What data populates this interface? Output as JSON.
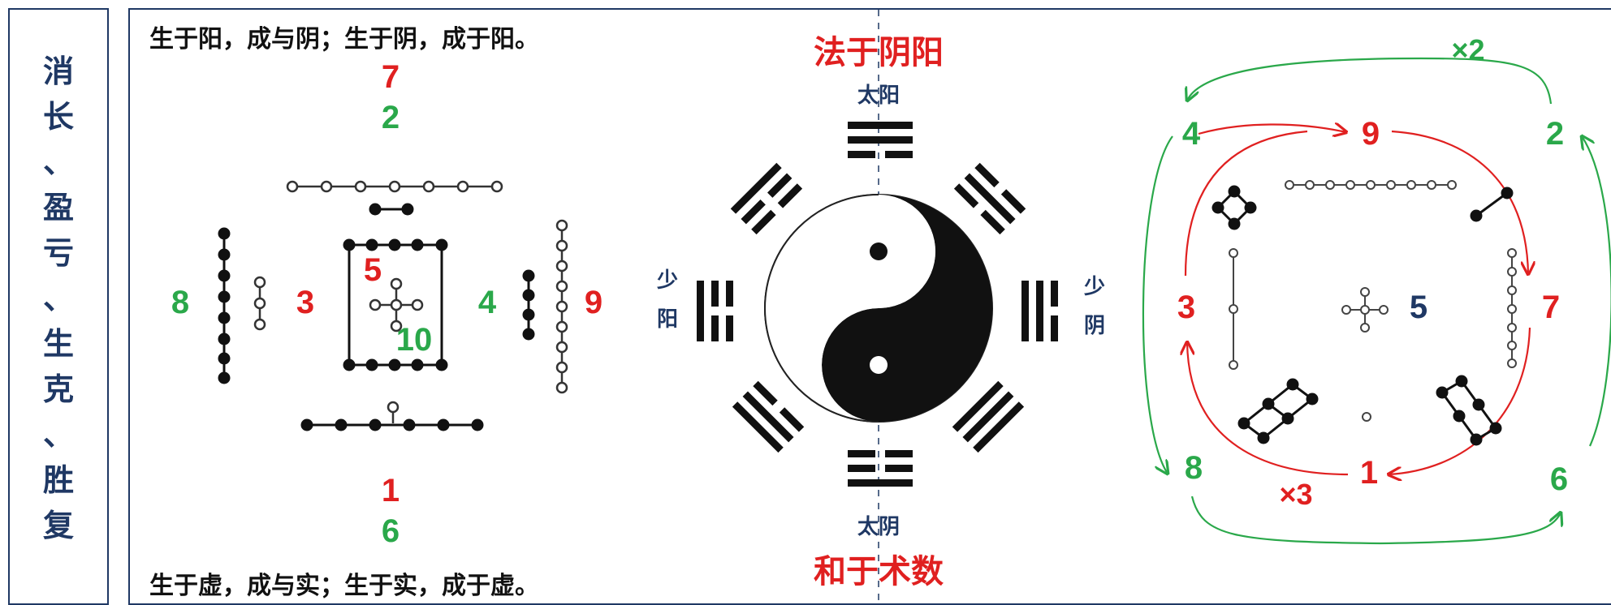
{
  "side_title": [
    "消",
    "长",
    "、",
    "盈",
    "亏",
    "、",
    "生",
    "克",
    "、",
    "胜",
    "复"
  ],
  "hetu": {
    "top_caption": "生于阳，成与阴；生于阴，成于阳。",
    "bottom_caption": "生于虚，成与实；生于实，成于虚。",
    "numbers": {
      "top_red": "7",
      "top_green": "2",
      "left_green": "8",
      "left_red": "3",
      "center_red": "5",
      "center_green": "10",
      "right_green": "4",
      "right_red": "9",
      "bottom_red": "1",
      "bottom_green": "6"
    }
  },
  "bagua": {
    "title_top": "法于阴阳",
    "title_bottom": "和于术数",
    "label_top": "太阳",
    "label_bottom": "太阴",
    "label_left": [
      "少",
      "阳"
    ],
    "label_right": [
      "少",
      "阴"
    ]
  },
  "luoshu": {
    "numbers": {
      "tl": "4",
      "top": "9",
      "tr": "2",
      "left": "3",
      "center": "5",
      "right": "7",
      "bl": "8",
      "bottom": "1",
      "br": "6"
    },
    "mult_top": "×2",
    "mult_bottom": "×3"
  },
  "colors": {
    "red": "#e02020",
    "green": "#2aa84a",
    "navy": "#1f3864",
    "black": "#111111"
  }
}
